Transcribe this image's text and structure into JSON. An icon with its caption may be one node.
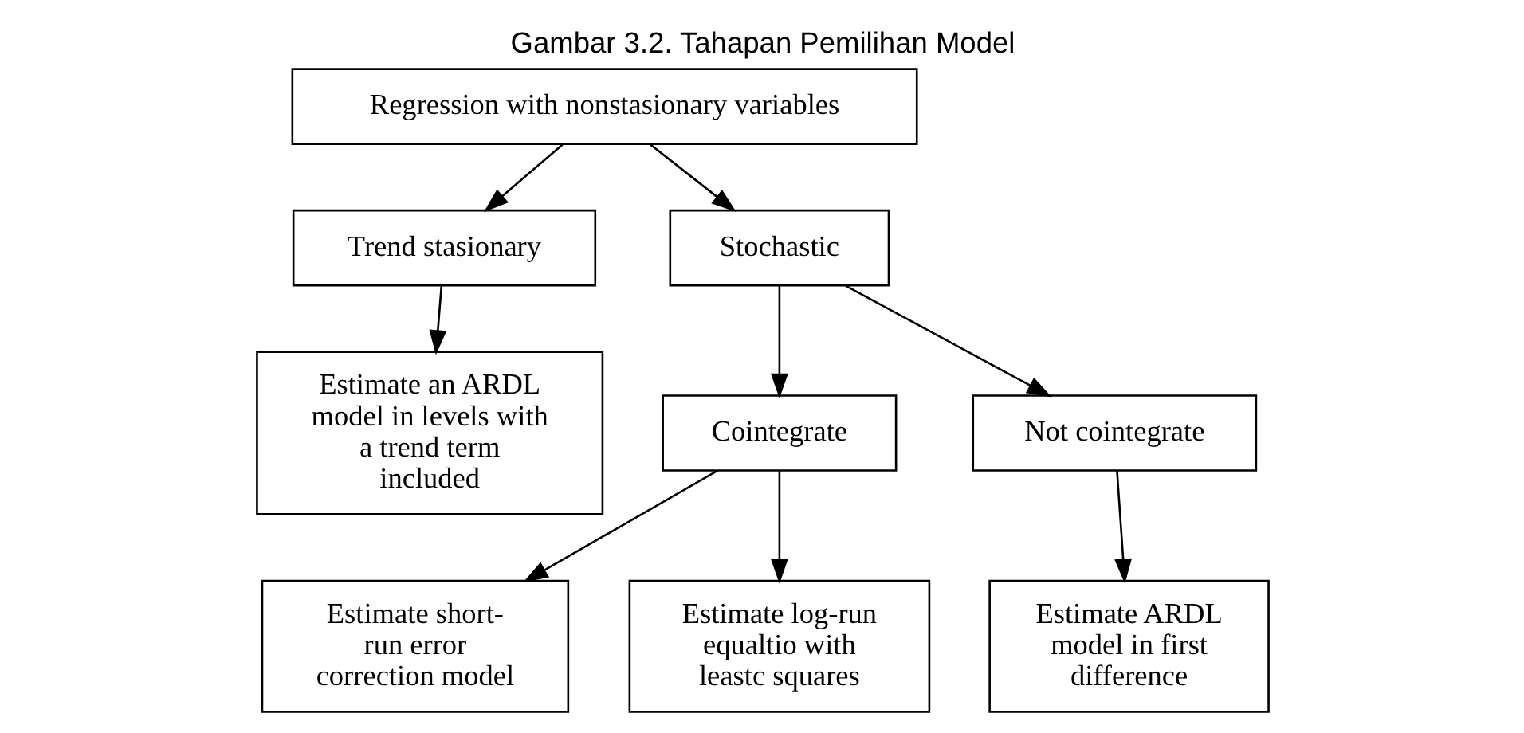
{
  "diagram": {
    "title": "Gambar 3.2. Tahapan Pemilihan Model",
    "nodes": [
      {
        "text": [
          "Regression with nonstasionary variables"
        ]
      },
      {
        "text": [
          "Trend stasionary"
        ]
      },
      {
        "text": [
          "Stochastic"
        ]
      },
      {
        "text": [
          "Cointegrate"
        ]
      },
      {
        "text": [
          "Not cointegrate"
        ]
      },
      {
        "text": [
          "Estimate an ARDL model in levels with a trend term included"
        ]
      },
      {
        "text": [
          "Estimate short-run error correction model"
        ]
      },
      {
        "text": [
          "Estimate ARDL model in first difference"
        ]
      },
      {
        "text": [
          "Estimate log-run equaltio with leastc squares"
        ]
      }
    ],
    "edges": [
      {
        "from": 0,
        "to": 1,
        "arrow": "to"
      },
      {
        "from": 0,
        "to": 2,
        "arrow": "to"
      },
      {
        "from": 1,
        "to": 5,
        "arrow": "to"
      },
      {
        "from": 2,
        "to": 3,
        "arrow": "to"
      },
      {
        "from": 2,
        "to": 4,
        "arrow": "to"
      },
      {
        "from": 3,
        "to": 8,
        "arrow": "to"
      },
      {
        "from": 3,
        "to": 6,
        "arrow": "to"
      },
      {
        "from": 4,
        "to": 7,
        "arrow": "to"
      }
    ]
  }
}
